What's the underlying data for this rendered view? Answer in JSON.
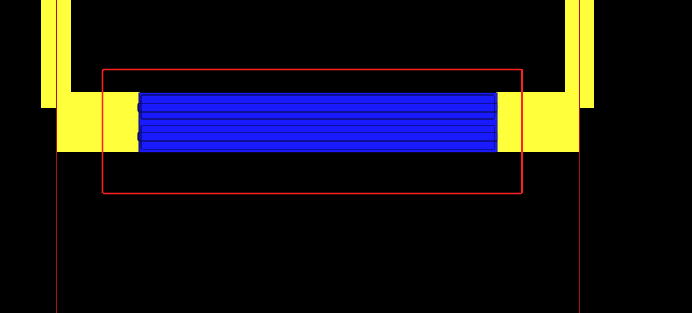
{
  "colors": {
    "background": "#000000",
    "metal": "#ffff3c",
    "poly": "#1a1aff",
    "poly_outline": "#0a0a55",
    "boundary": "#ff2020",
    "guide_line": "#b01010"
  },
  "layers": {
    "left_conductor": "yellow-metal",
    "right_conductor": "yellow-metal",
    "center_block": "blue-poly",
    "selection_box": "red-outline",
    "guides": "thin-red-lines"
  }
}
